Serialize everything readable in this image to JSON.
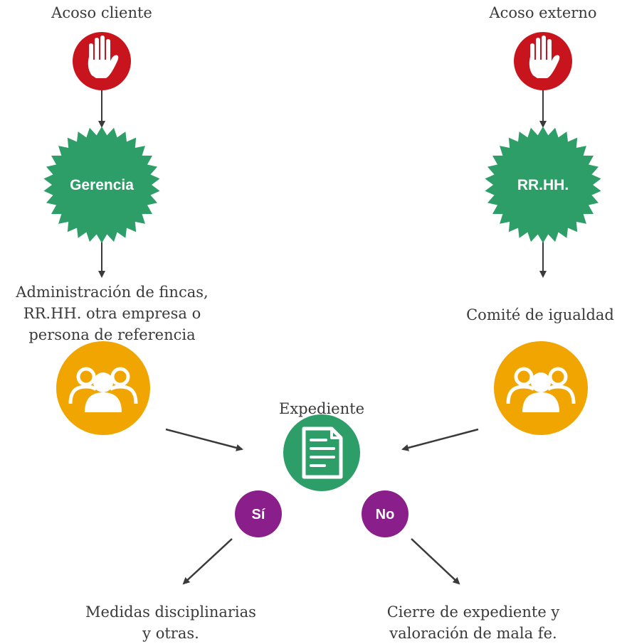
{
  "left_branch": {
    "title": "Acoso cliente",
    "starburst_label": "Gerencia",
    "group_label_lines": [
      "Administración de fincas,",
      "RR.HH. otra empresa o",
      "persona de referencia"
    ]
  },
  "right_branch": {
    "title": "Acoso externo",
    "starburst_label": "RR.HH.",
    "group_label": "Comité de igualdad"
  },
  "center": {
    "title": "Expediente",
    "yes_label": "Sí",
    "no_label": "No",
    "yes_outcome_lines": [
      "Medidas disciplinarias",
      "y otras."
    ],
    "no_outcome_lines": [
      "Cierre de expediente y",
      "valoración de mala fe."
    ]
  },
  "colors": {
    "stop_red": "#c8141c",
    "burst_green": "#2e9e68",
    "group_orange": "#f0a500",
    "doc_green": "#2e9e68",
    "decision_purple": "#8a1f8c",
    "arrow": "#3a3a3a",
    "text": "#3a3a3a"
  },
  "icons": {
    "stop": "stop-hand-icon",
    "group": "people-group-icon",
    "document": "document-icon"
  }
}
